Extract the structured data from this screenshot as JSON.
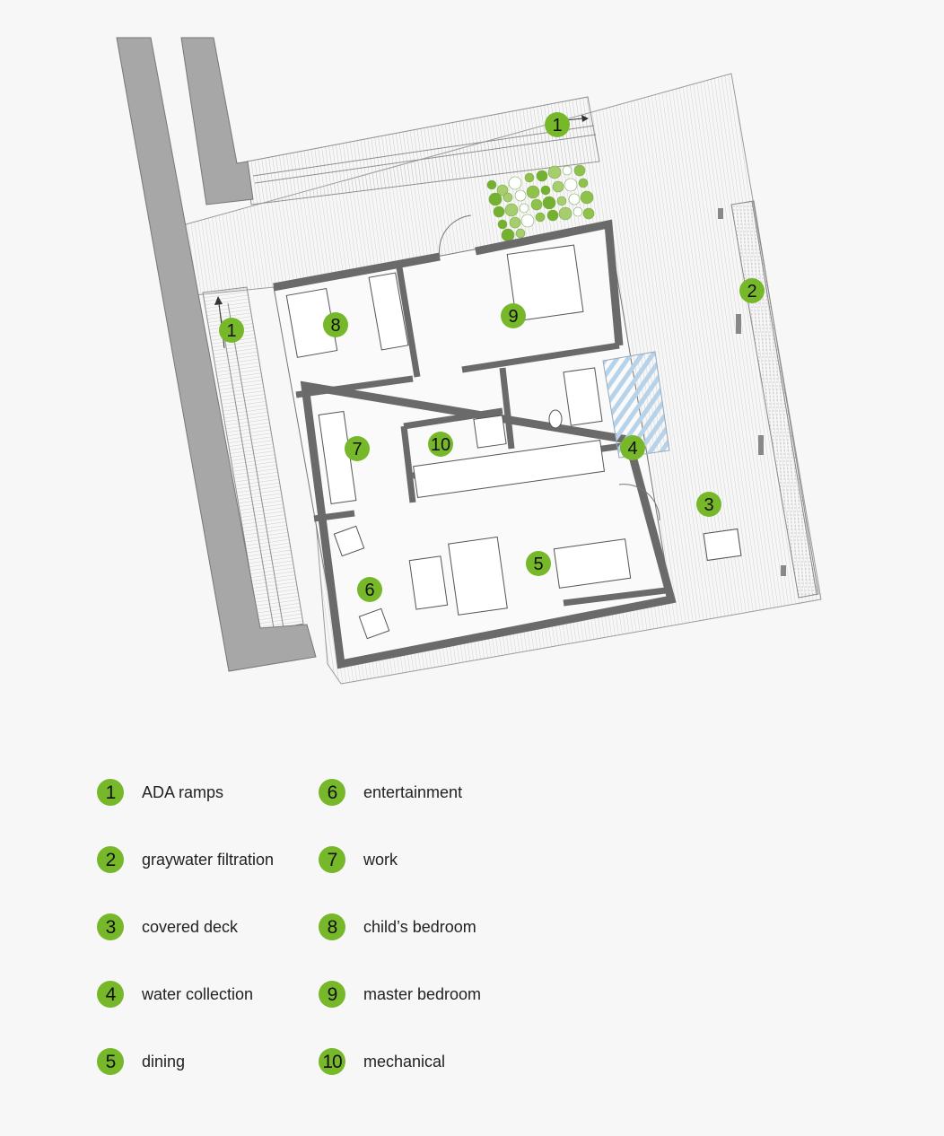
{
  "colors": {
    "badge": "#76b82a",
    "wall": "#a7a7a7",
    "plant_light": "#a6cd6e",
    "plant_dark": "#74b12f",
    "water": "#b7d3ea"
  },
  "plan_markers": [
    {
      "num": "1"
    },
    {
      "num": "1"
    },
    {
      "num": "2"
    },
    {
      "num": "3"
    },
    {
      "num": "4"
    },
    {
      "num": "5"
    },
    {
      "num": "6"
    },
    {
      "num": "7"
    },
    {
      "num": "8"
    },
    {
      "num": "9"
    },
    {
      "num": "10"
    }
  ],
  "legend": [
    {
      "num": "1",
      "label": "ADA ramps"
    },
    {
      "num": "2",
      "label": "graywater filtration"
    },
    {
      "num": "3",
      "label": "covered deck"
    },
    {
      "num": "4",
      "label": "water collection"
    },
    {
      "num": "5",
      "label": "dining"
    },
    {
      "num": "6",
      "label": "entertainment"
    },
    {
      "num": "7",
      "label": "work"
    },
    {
      "num": "8",
      "label": "child’s bedroom"
    },
    {
      "num": "9",
      "label": "master bedroom"
    },
    {
      "num": "10",
      "label": "mechanical"
    }
  ]
}
